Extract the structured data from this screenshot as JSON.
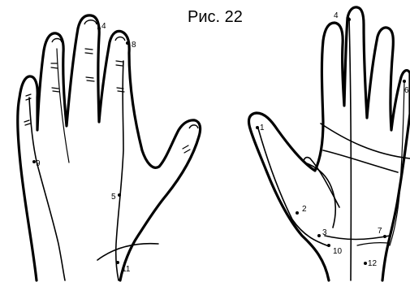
{
  "figure": {
    "caption": "Рис. 22",
    "points_left": [
      "4",
      "8",
      "9",
      "5",
      "11"
    ],
    "points_right": [
      "4",
      "6",
      "1",
      "2",
      "3",
      "10",
      "7",
      "12"
    ]
  }
}
